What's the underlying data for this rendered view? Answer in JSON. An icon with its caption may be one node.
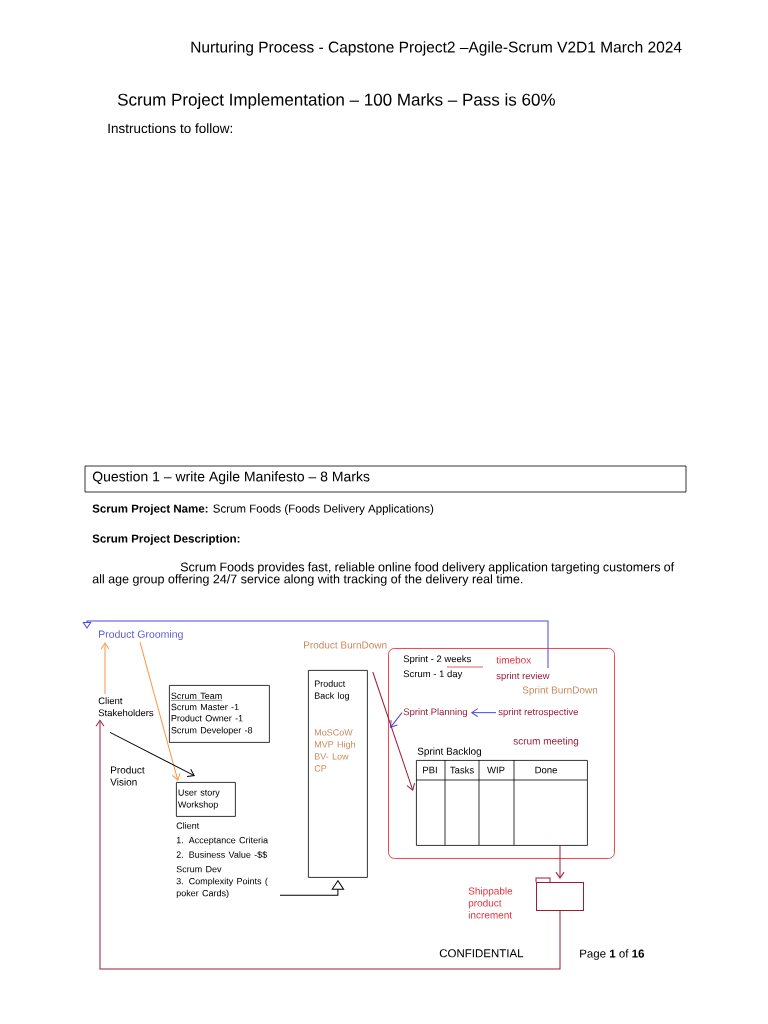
{
  "diagram": {
    "title": "Scrum Project Implementation – 100 Marks – Pass is 60%",
    "nodes": [
      {
        "text": [
          "Product Grooming"
        ]
      },
      {
        "text": [
          "Client Stakeholders"
        ]
      },
      {
        "text": [
          "Scrum Team",
          "Scrum Master -1",
          "Product Owner -1",
          "Scrum Developer -8"
        ]
      },
      {
        "text": [
          "Product Back log",
          "MoSCoW MVP High BV- Low CP"
        ]
      },
      {
        "text": [
          "Sprint - 2 weeks",
          "Scrum - 1 day"
        ]
      },
      {
        "text": [
          "sprint review"
        ],
        "in": 4
      },
      {
        "text": [
          "Sprint Planning"
        ],
        "in": 4
      },
      {
        "text": [
          "sprint retrospective"
        ],
        "in": 4
      },
      {
        "text": [
          "Sprint Backlog",
          "PBI",
          "Tasks",
          "WIP",
          "Done"
        ],
        "in": 4
      },
      {
        "text": [
          "User story Workshop"
        ]
      },
      {
        "text": [
          "Client",
          "1. Acceptance Criteria",
          "2. Business Value -$$",
          "Scrum Dev",
          "3. Complexity Points ( poker Cards)"
        ]
      },
      {
        "text": [],
        "shape": "folder",
        "beside": [
          "Shippable product increment"
        ]
      }
    ],
    "edges": [
      {
        "from": 1,
        "to": 0,
        "arrow": "to",
        "color": "#f79646"
      },
      {
        "from": 0,
        "to": 9,
        "arrow": "to",
        "color": "#f79646"
      },
      {
        "from": 1,
        "to": 9,
        "arrow": "to",
        "label": "Product Vision",
        "color": "#000000"
      },
      {
        "from": 5,
        "to": 0,
        "arrow": "to",
        "color": "#4a4ae0"
      },
      {
        "from": 7,
        "to": 6,
        "arrow": "to",
        "color": "#4a4ae0"
      },
      {
        "from": 6,
        "to": null,
        "arrow": "to",
        "color": "#4a4ae0"
      },
      {
        "from": 3,
        "to": 8,
        "arrow": "to",
        "color": "#9b1c3a"
      },
      {
        "from": 10,
        "to": 3,
        "arrow": "to",
        "color": "#000000"
      },
      {
        "from": 8,
        "to": 11,
        "arrow": "to",
        "color": "#9b1c3a"
      },
      {
        "from": 11,
        "to": 1,
        "arrow": "to",
        "color": "#9b1c3a"
      }
    ],
    "labels": [
      "Nurturing Process - Capstone Project2 –Agile-Scrum V2D1 March 2024",
      "Instructions to follow:",
      "Question 1 – write Agile Manifesto – 8 Marks",
      "**Scrum Project Name:** Scrum Foods (Foods Delivery Applications)",
      "Scrum Project Description:",
      "Scrum Foods provides fast, reliable online food delivery application targeting customers of all age group offering 24/7 service along with tracking of the delivery real time.",
      "Product BurnDown",
      "timebox",
      "Sprint BurnDown",
      "scrum meeting",
      "CONFIDENTIAL",
      "Page **1** of **16**"
    ]
  }
}
